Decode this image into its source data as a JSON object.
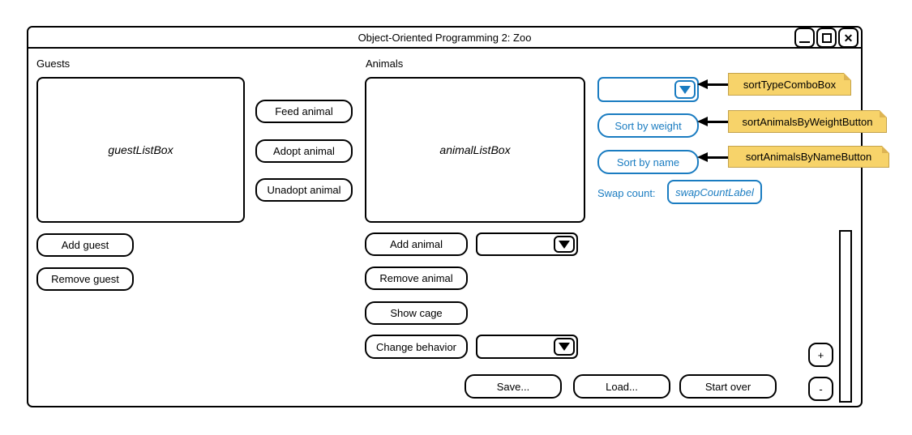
{
  "window": {
    "title": "Object-Oriented Programming 2: Zoo",
    "close_glyph": "✕"
  },
  "guests": {
    "label": "Guests",
    "listbox_placeholder": "guestListBox",
    "add_button": "Add guest",
    "remove_button": "Remove guest"
  },
  "care_buttons": {
    "feed": "Feed animal",
    "adopt": "Adopt animal",
    "unadopt": "Unadopt animal"
  },
  "animals": {
    "label": "Animals",
    "listbox_placeholder": "animalListBox",
    "add_button": "Add animal",
    "remove_button": "Remove animal",
    "show_cage_button": "Show cage",
    "change_behavior_button": "Change behavior"
  },
  "sort_panel": {
    "weight_button": "Sort by weight",
    "name_button": "Sort by name",
    "swap_count_label": "Swap count:",
    "swap_count_value": "swapCountLabel"
  },
  "annotations": {
    "sort_type": "sortTypeComboBox",
    "sort_weight": "sortAnimalsByWeightButton",
    "sort_name": "sortAnimalsByNameButton"
  },
  "footer": {
    "save": "Save...",
    "load": "Load...",
    "start_over": "Start over"
  },
  "zoom_controls": {
    "plus": "+",
    "minus": "-"
  },
  "colors": {
    "accent_blue": "#1a7cc1",
    "note_fill": "#f7d36a",
    "note_border": "#c3a24b",
    "note_fold": "#ddb453"
  }
}
